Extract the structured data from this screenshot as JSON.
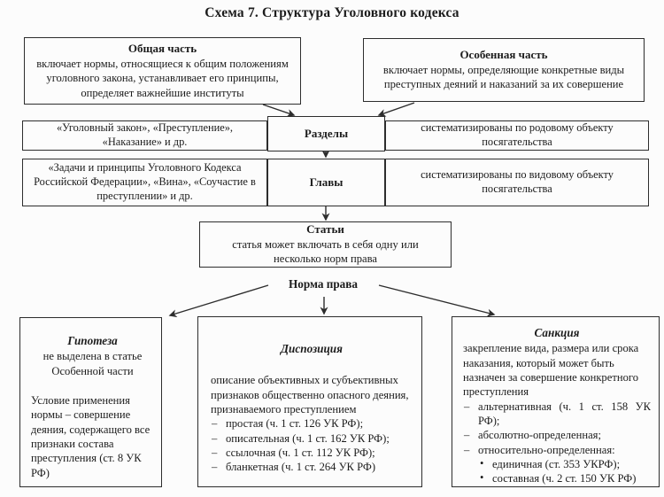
{
  "title": "Схема 7. Структура Уголовного кодекса",
  "top": {
    "general": {
      "heading": "Общая часть",
      "body": "включает нормы, относящиеся к общим положениям уголовного закона, устанавливает его принципы, определяет важнейшие институты"
    },
    "special": {
      "heading": "Особенная часть",
      "body": "включает нормы, определяющие конкретные виды преступных деяний и наказаний за их совершение"
    }
  },
  "rows": {
    "razdely": {
      "left": "«Уголовный закон», «Преступление», «Наказание» и др.",
      "center": "Разделы",
      "right": "систематизированы по родовому объекту посягательства"
    },
    "glavy": {
      "left": "«Задачи и принципы Уголовного Кодекса Российской Федерации», «Вина», «Соучастие в преступлении» и др.",
      "center": "Главы",
      "right": "систематизированы по видовому объекту посягательства"
    }
  },
  "stati": {
    "heading": "Статьи",
    "body": "статья может включать в себя одну или несколько норм права"
  },
  "norma_prava_label": "Норма права",
  "bottom": {
    "gipoteza": {
      "heading": "Гипотеза",
      "subheading": "не выделена в статье Особенной части",
      "body": "Условие применения нормы – совершение деяния, содержащего все признаки состава преступления (ст. 8 УК РФ)"
    },
    "dispozitsiya": {
      "heading": "Диспозиция",
      "body": "описание объективных и субъективных признаков общественно опасного деяния, признаваемого преступлением",
      "items": [
        "простая (ч. 1 ст. 126 УК РФ);",
        "описательная (ч. 1 ст. 162 УК РФ);",
        "ссылочная (ч. 1 ст. 112 УК РФ);",
        "бланкетная (ч. 1 ст. 264 УК РФ)"
      ]
    },
    "sanktsiya": {
      "heading": "Санкция",
      "body": "закрепление вида, размера или срока наказания, который может быть назначен за совершение конкретного преступления",
      "items": [
        "альтернативная (ч. 1 ст. 158 УК РФ);",
        "абсолютно-определенная;",
        "относительно-определенная:"
      ],
      "subitems": [
        "единичная (ст. 353 УКРФ);",
        "составная (ч. 2 ст. 150 УК РФ)"
      ]
    }
  },
  "colors": {
    "border": "#2d2d2d",
    "text": "#1c1c1c",
    "background": "#fcfcfc"
  }
}
